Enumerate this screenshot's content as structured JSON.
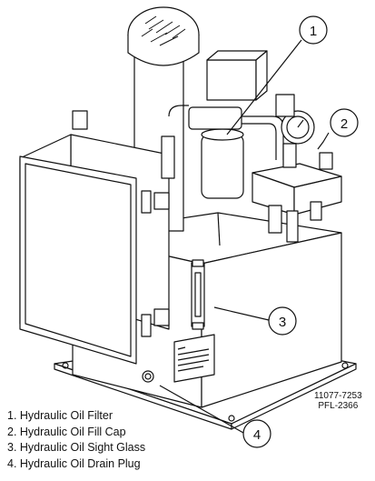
{
  "callouts": [
    {
      "number": "1"
    },
    {
      "number": "2"
    },
    {
      "number": "3"
    },
    {
      "number": "4"
    }
  ],
  "legend": [
    "1. Hydraulic Oil Filter",
    "2. Hydraulic Oil Fill Cap",
    "3. Hydraulic Oil Sight Glass",
    "4. Hydraulic Oil Drain Plug"
  ],
  "figure_id": {
    "line1": "11077-7253",
    "line2": "PFL-2366"
  }
}
